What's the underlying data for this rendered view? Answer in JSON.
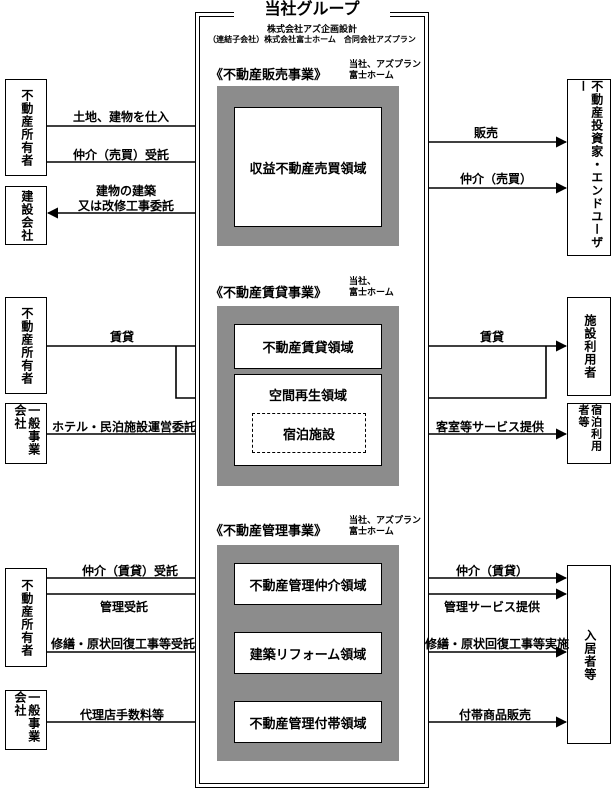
{
  "group": {
    "title": "当社グループ",
    "subtitle1": "株式会社アズ企画設計",
    "subtitle2": "（連結子会社）株式会社富士ホーム　合同会社アズプラン"
  },
  "segments": [
    {
      "title": "《不動産販売事業》",
      "note": "当社、アズプラン\n富士ホーム",
      "domains": [
        "収益不動産売買領域"
      ]
    },
    {
      "title": "《不動産賃貸事業》",
      "note": "当社、\n富士ホーム",
      "domains": [
        "不動産賃貸領域",
        "空間再生領域",
        "宿泊施設"
      ]
    },
    {
      "title": "《不動産管理事業》",
      "note": "当社、アズプラン\n富士ホーム",
      "domains": [
        "不動産管理仲介領域",
        "建築リフォーム領域",
        "不動産管理付帯領域"
      ]
    }
  ],
  "parties": {
    "left": [
      "不動産所有者",
      "建設会社",
      "不動産所有者",
      "一般事業会社",
      "不動産所有者",
      "一般事業会社"
    ],
    "right": [
      "不動産投資家・エンドユーザー",
      "施設利用者",
      "宿泊利用者等",
      "入居者等"
    ]
  },
  "flows": {
    "left": [
      "土地、建物を仕入",
      "仲介（売買）受託",
      "建物の建築\n又は改修工事委託",
      "賃貸",
      "ホテル・民泊施設運営委託",
      "仲介（賃貸）受託",
      "管理受託",
      "修繕・原状回復工事等受託",
      "代理店手数料等"
    ],
    "right": [
      "販売",
      "仲介（売買）",
      "賃貸",
      "客室等サービス提供",
      "仲介（賃貸）",
      "管理サービス提供",
      "修繕・原状回復工事等実施",
      "付帯商品販売"
    ]
  }
}
